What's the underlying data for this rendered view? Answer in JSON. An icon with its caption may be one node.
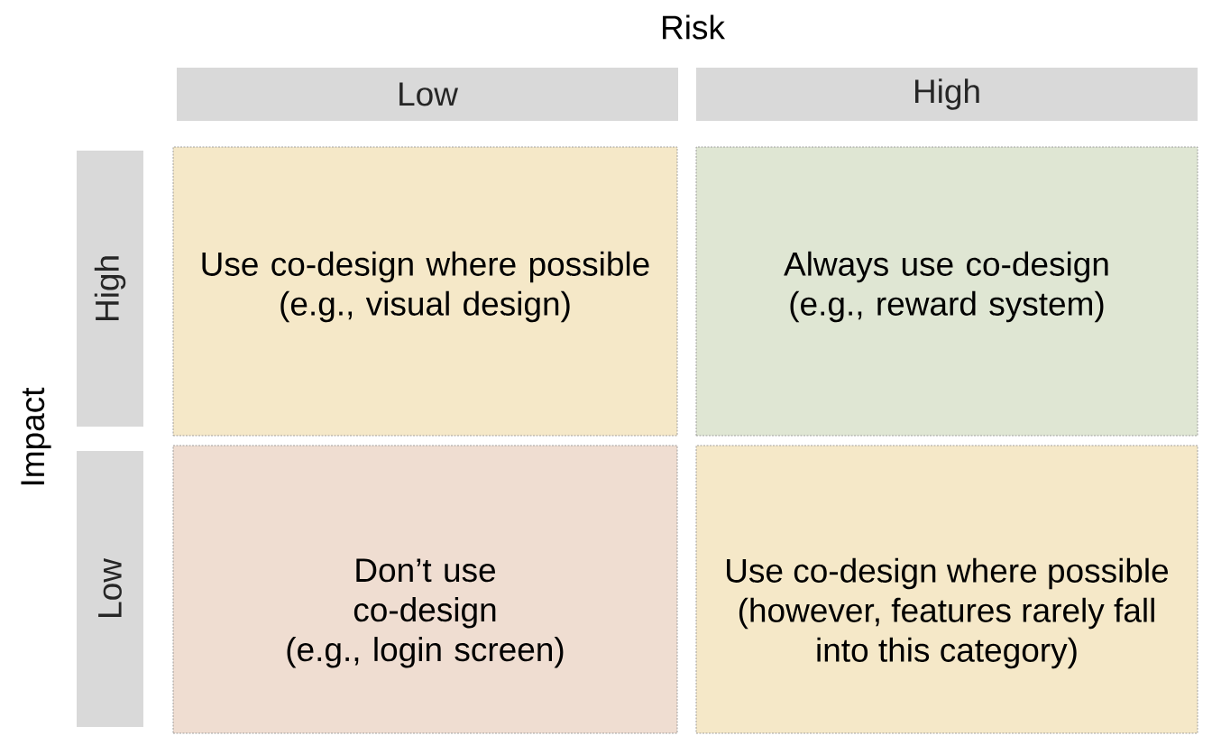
{
  "diagram": {
    "nodes": [
      {
        "text": [
          "Low"
        ]
      },
      {
        "text": [
          "High"
        ]
      },
      {
        "text": [
          "High"
        ]
      },
      {
        "text": [
          "Low"
        ]
      },
      {
        "text": [
          "Use co-design where possible",
          "(e.g., visual design)"
        ]
      },
      {
        "text": [
          "Always use co-design",
          "(e.g., reward system)"
        ]
      },
      {
        "text": [
          "Don’t use co-design",
          "(e.g., login screen)"
        ]
      },
      {
        "text": [
          "Use co-design where possible",
          "(however, features rarely fall into this category)"
        ]
      }
    ],
    "labels": [
      "Risk",
      "Impact"
    ]
  }
}
